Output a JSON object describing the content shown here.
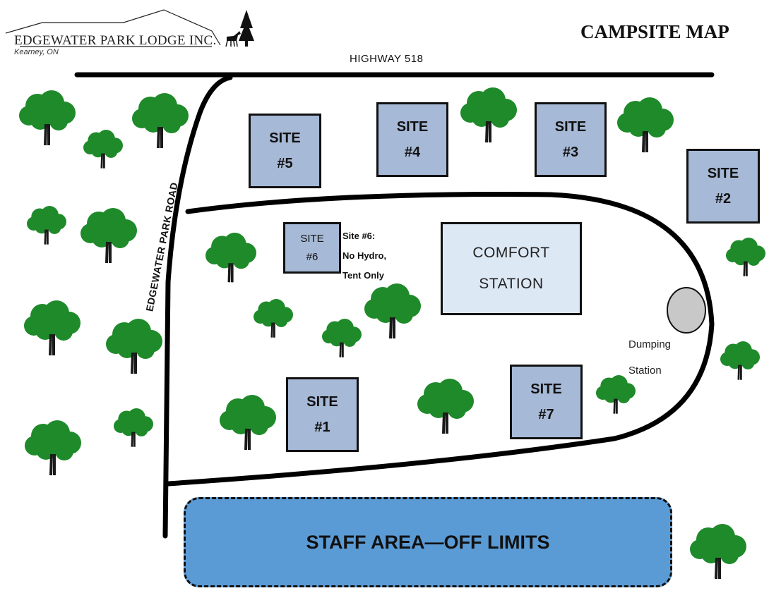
{
  "header": {
    "title": "CAMPSITE MAP",
    "logo": {
      "name": "EDGEWATER PARK LODGE INC.",
      "location": "Kearney, ON"
    }
  },
  "roads": {
    "highway": "HIGHWAY 518",
    "park_road": "EDGEWATER PARK ROAD"
  },
  "sites": [
    {
      "line1": "SITE",
      "line2": "#1"
    },
    {
      "line1": "SITE",
      "line2": "#2"
    },
    {
      "line1": "SITE",
      "line2": "#3"
    },
    {
      "line1": "SITE",
      "line2": "#4"
    },
    {
      "line1": "SITE",
      "line2": "#5"
    },
    {
      "line1": "SITE",
      "line2": "#6"
    },
    {
      "line1": "SITE",
      "line2": "#7"
    }
  ],
  "site6_note": {
    "heading": "Site #6:",
    "line1": "No Hydro,",
    "line2": "Tent Only"
  },
  "comfort_station": {
    "line1": "COMFORT",
    "line2": "STATION"
  },
  "dumping_station": {
    "line1": "Dumping",
    "line2": "Station"
  },
  "staff_area": "STAFF AREA—OFF LIMITS",
  "colors": {
    "site_fill": "#a6b9d6",
    "comfort_fill": "#dde8f5",
    "staff_fill": "#5b9bd5",
    "tree_green": "#1e8a2a",
    "road": "#000000",
    "dump_fill": "#c8c8c8"
  }
}
